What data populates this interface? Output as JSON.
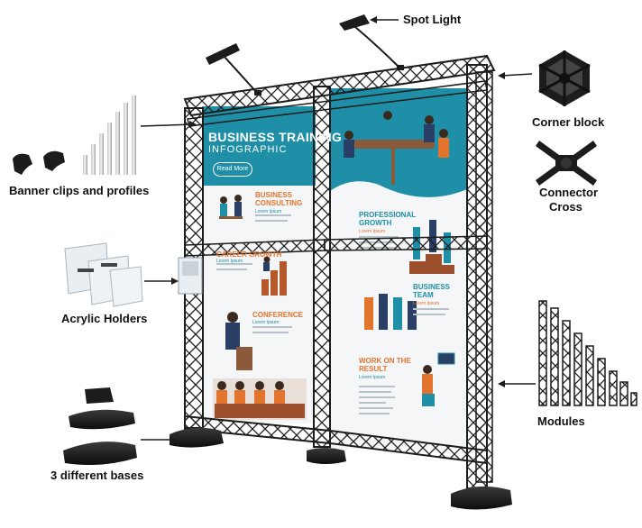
{
  "labels": {
    "spot_light": "Spot Light",
    "corner_block": "Corner block",
    "connector_cross_line1": "Connector",
    "connector_cross_line2": "Cross",
    "banner_clips": "Banner clips and profiles",
    "acrylic_holders": "Acrylic Holders",
    "modules": "Modules",
    "bases": "3 different bases"
  },
  "left_poster": {
    "title_line1": "BUSINESS TRAINING",
    "title_line2": "INFOGRAPHIC",
    "read_more": "Read More",
    "section1_title_line1": "BUSINESS",
    "section1_title_line2": "CONSULTING",
    "section1_sub": "Lorem Ipsum",
    "section2_title": "CAREER GROWTH",
    "section2_sub": "Lorem Ipsum",
    "section3_title": "CONFERENCE",
    "section3_sub": "Lorem Ipsum"
  },
  "right_poster": {
    "section1_title_line1": "PROFESSIONAL",
    "section1_title_line2": "GROWTH",
    "section1_sub": "Lorem Ipsum",
    "section2_title_line1": "BUSINESS",
    "section2_title_line2": "TEAM",
    "section2_sub": "Lorem Ipsum",
    "section3_title_line1": "WORK ON THE",
    "section3_title_line2": "RESULT",
    "section3_sub": "Lorem Ipsum"
  },
  "colors": {
    "truss": "#1c1c1c",
    "teal": "#1e8fa6",
    "orange": "#e2742e",
    "poster_bg": "#f4f6f7"
  }
}
